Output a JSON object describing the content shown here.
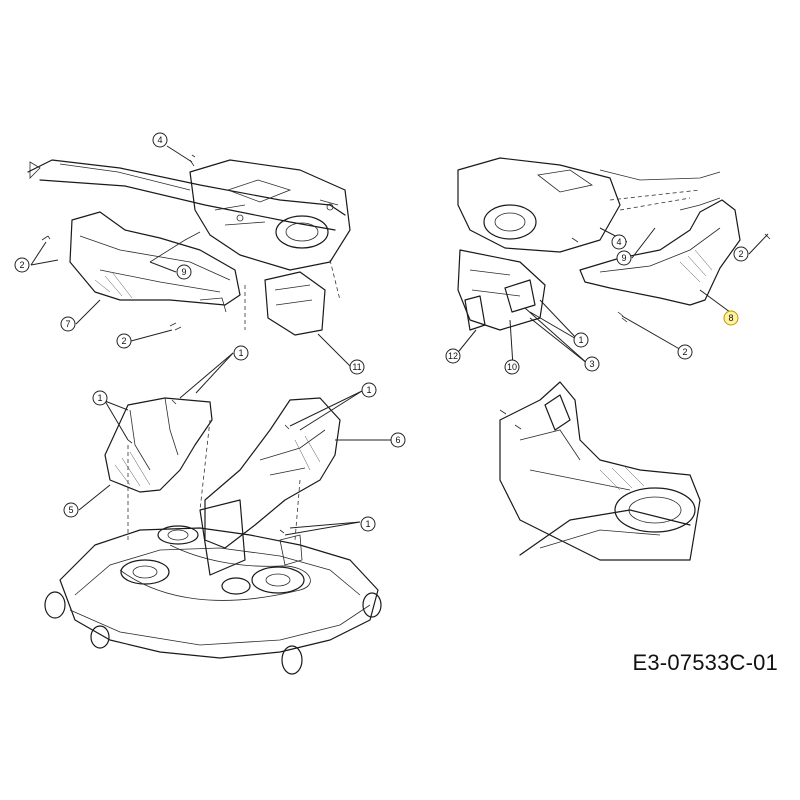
{
  "drawing_number": "E3-07533C-01",
  "callouts": {
    "c4_top_left": "4",
    "c2_left_upper": "2",
    "c9_left": "9",
    "c7": "7",
    "c2_left_lower": "2",
    "c11": "11",
    "c1_a": "1",
    "c1_b": "1",
    "c1_c": "1",
    "c6": "6",
    "c5": "5",
    "c1_d": "1",
    "c4_right": "4",
    "c9_right": "9",
    "c2_right_upper": "2",
    "c8": "8",
    "c12": "12",
    "c1_right": "1",
    "c2_right_lower": "2",
    "c10": "10",
    "c3": "3"
  },
  "highlight_color": "#fff3a0"
}
